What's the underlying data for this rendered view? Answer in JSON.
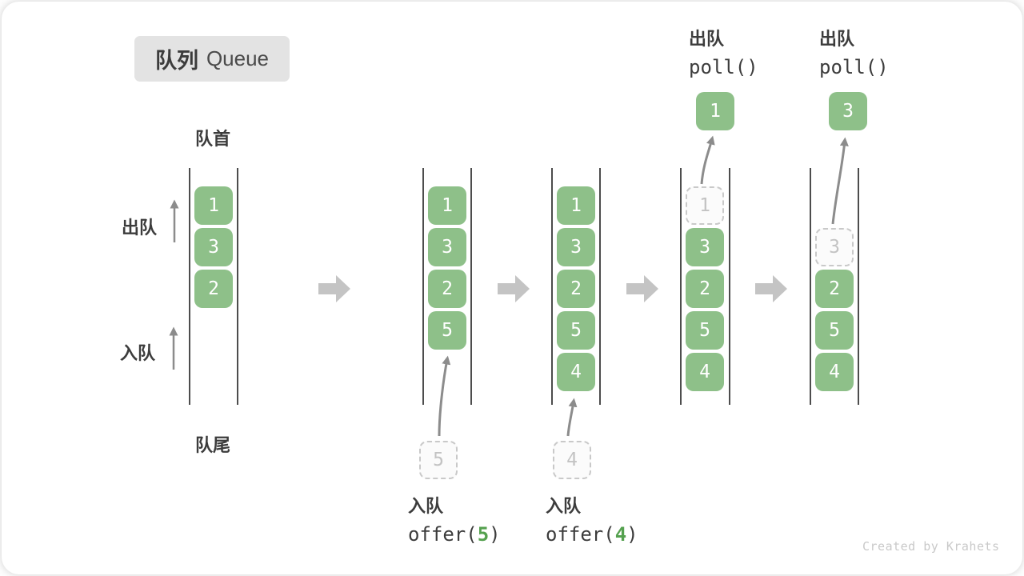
{
  "title": {
    "zh": "队列",
    "en": "Queue"
  },
  "labels": {
    "front": "队首",
    "rear": "队尾",
    "dequeue": "出队",
    "enqueue": "入队"
  },
  "watermark": "Created by Krahets",
  "colors": {
    "cell_green": "#8EC089",
    "code_arg_green": "#55A14F",
    "wall_gray": "#4D4D4D",
    "arrow_gray": "#8C8C8C",
    "block_arrow_gray": "#C4C4C4",
    "badge_gray": "#E3E3E3",
    "ghost_border": "#C9C9C9"
  },
  "states": [
    {
      "name": "initial",
      "cells": [
        "1",
        "3",
        "2"
      ]
    },
    {
      "name": "after-offer-5",
      "cells": [
        "1",
        "3",
        "2",
        "5"
      ],
      "incoming": "5",
      "caption": {
        "action": "入队",
        "fn": "offer(",
        "arg": "5",
        "close": ")"
      }
    },
    {
      "name": "after-offer-4",
      "cells": [
        "1",
        "3",
        "2",
        "5",
        "4"
      ],
      "incoming": "4",
      "caption": {
        "action": "入队",
        "fn": "offer(",
        "arg": "4",
        "close": ")"
      }
    },
    {
      "name": "poll-first",
      "ghost": "1",
      "cells": [
        "3",
        "2",
        "5",
        "4"
      ],
      "out": "1",
      "caption": {
        "action": "出队",
        "code": "poll()"
      }
    },
    {
      "name": "poll-second",
      "ghost": "3",
      "cells": [
        "2",
        "5",
        "4"
      ],
      "out": "3",
      "caption": {
        "action": "出队",
        "code": "poll()"
      }
    }
  ]
}
